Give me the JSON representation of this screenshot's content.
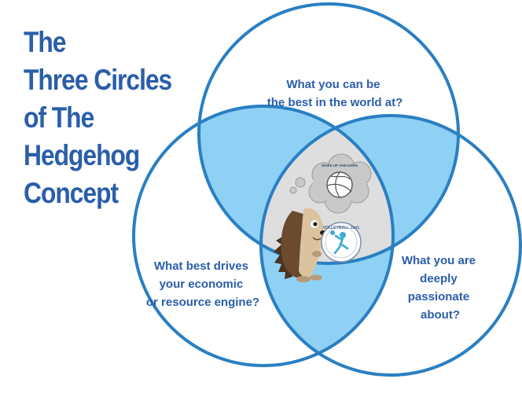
{
  "title_lines": [
    "The",
    "Three Circles",
    "of The",
    "Hedgehog",
    "Concept"
  ],
  "circles": {
    "top": {
      "lines": [
        "What you can be",
        "the best in the world at?"
      ]
    },
    "left": {
      "lines": [
        "What best drives",
        "your economic",
        "or resource engine?"
      ]
    },
    "right": {
      "lines": [
        "What you are",
        "deeply",
        "passionate",
        "about?"
      ]
    }
  },
  "center": {
    "thought_logo_text": "WAKE UP AND EARN",
    "logo_text": "VOLLEYBALL 1on1"
  },
  "colors": {
    "title": "#2a5ea9",
    "circle_outline": "#2a7fc2",
    "overlap_fill": "#8fd0f5",
    "center_fill": "#dedede"
  }
}
